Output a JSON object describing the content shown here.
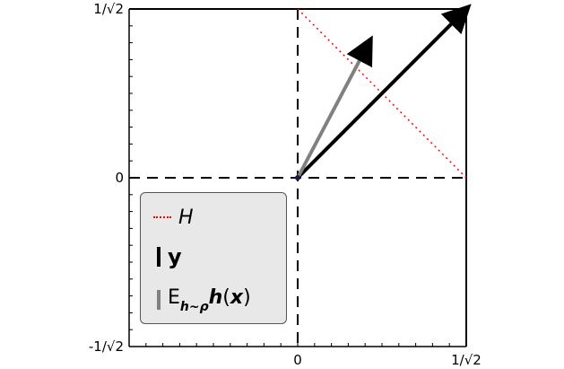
{
  "chart_data": {
    "type": "vector-diagram",
    "title": "",
    "xlabel": "",
    "ylabel": "",
    "xlim": [
      -0.7071,
      0.7071
    ],
    "ylim": [
      -0.7071,
      0.7071
    ],
    "x_ticks": [
      {
        "value": 0,
        "label": "0"
      },
      {
        "value": 0.7071,
        "label": "1/√2"
      }
    ],
    "y_ticks": [
      {
        "value": 0.7071,
        "label": "1/√2"
      },
      {
        "value": 0,
        "label": "0"
      },
      {
        "value": -0.7071,
        "label": "-1/√2"
      }
    ],
    "vectors": [
      {
        "name": "y",
        "from": [
          0,
          0
        ],
        "to": [
          0.7071,
          0.7071
        ],
        "color": "#000000"
      },
      {
        "name": "E h~ρ h(x)",
        "from": [
          0,
          0
        ],
        "to": [
          0.28,
          0.53
        ],
        "color": "#808080"
      }
    ],
    "hyperplane_H": {
      "from": [
        0,
        0.7071
      ],
      "to": [
        0.7071,
        0
      ],
      "color": "#ff0000",
      "style": "dotted"
    },
    "dashed_axes": true,
    "legend_position": "bottom-left",
    "legend": [
      {
        "key": "H",
        "text": "H",
        "color": "#ff0000"
      },
      {
        "key": "y",
        "text": "y",
        "color": "#000000"
      },
      {
        "key": "E",
        "text": "E",
        "sub": "h~ρ",
        "tail_bold": "h",
        "paren_open": "(",
        "paren_var": "x",
        "paren_close": ")",
        "color": "#808080"
      }
    ]
  }
}
